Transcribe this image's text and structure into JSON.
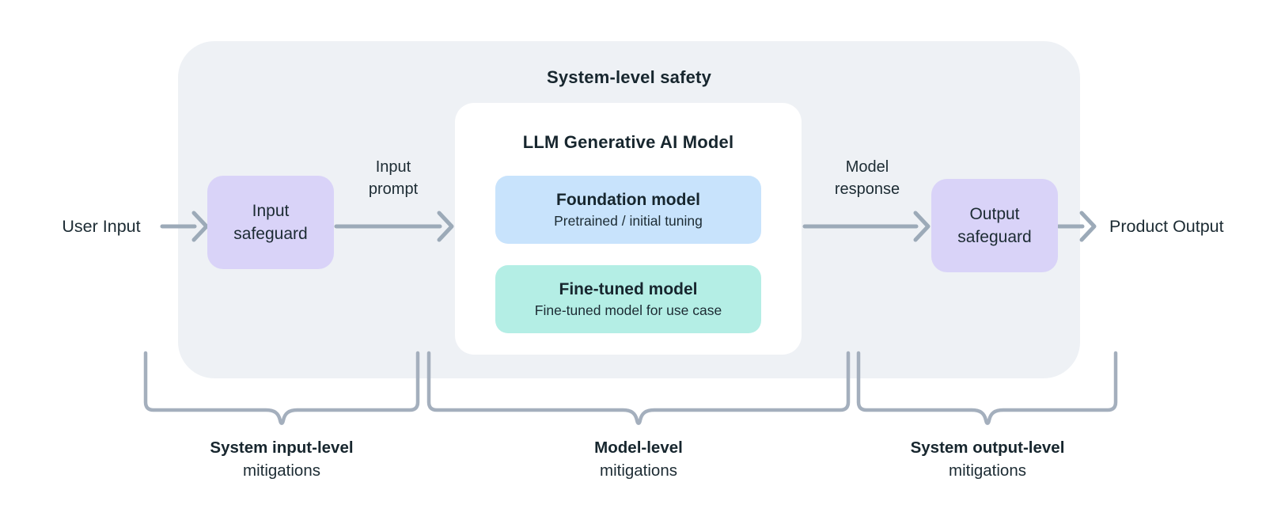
{
  "diagram": {
    "title": "System-level safety",
    "flow": {
      "user_input": "User Input",
      "input_safeguard": {
        "line1": "Input",
        "line2": "safeguard"
      },
      "input_prompt": {
        "line1": "Input",
        "line2": "prompt"
      },
      "model_response": {
        "line1": "Model",
        "line2": "response"
      },
      "output_safeguard": {
        "line1": "Output",
        "line2": "safeguard"
      },
      "product_output": "Product Output"
    },
    "llm": {
      "title": "LLM Generative AI Model",
      "foundation": {
        "title": "Foundation model",
        "subtitle": "Pretrained / initial tuning"
      },
      "fine_tuned": {
        "title": "Fine-tuned model",
        "subtitle": "Fine-tuned model for use case"
      }
    },
    "braces": [
      {
        "title": "System input-level",
        "subtitle": "mitigations"
      },
      {
        "title": "Model-level",
        "subtitle": "mitigations"
      },
      {
        "title": "System output-level",
        "subtitle": "mitigations"
      }
    ],
    "colors": {
      "container_bg": "#eef1f5",
      "model_box_bg": "#ffffff",
      "foundation_bg": "#c8e3fc",
      "fine_tuned_bg": "#b4eee5",
      "safeguard_bg": "#d9d3f8",
      "arrow": "#9caab8",
      "brace": "#a4afbd",
      "text": "#1c2b33"
    }
  }
}
